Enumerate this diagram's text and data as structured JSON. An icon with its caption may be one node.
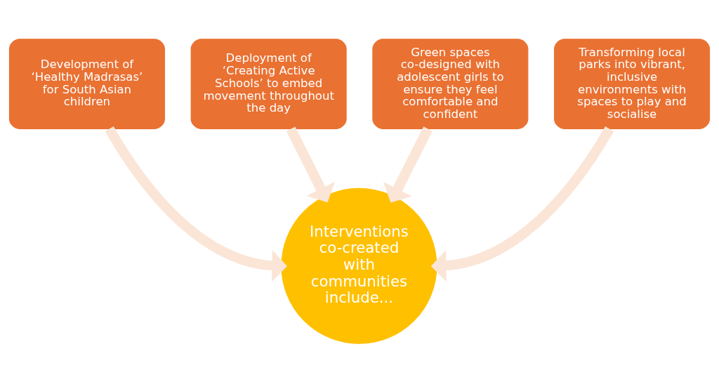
{
  "diagram": {
    "nodes": [
      {
        "text": [
          "Deployment of ‘Creating Active Schools’ to embed movement throughout the day"
        ]
      },
      {
        "text": [
          "Green spaces co-designed with adolescent girls to ensure they feel comfortable and confident"
        ]
      },
      {
        "text": [
          "Development of ‘Healthy Madrasas’ for South Asian children"
        ]
      },
      {
        "text": [
          "Transforming local parks into vibrant, inclusive environments with spaces to play and socialise"
        ]
      },
      {
        "text": [
          "Interventions co-created with communities include..."
        ]
      }
    ],
    "edges": [
      {
        "from": 0,
        "to": 4,
        "arrow": "to"
      },
      {
        "from": 1,
        "to": 4,
        "arrow": "to"
      },
      {
        "from": 2,
        "to": 4,
        "arrow": "to"
      },
      {
        "from": 3,
        "to": 4,
        "arrow": "to"
      }
    ]
  }
}
